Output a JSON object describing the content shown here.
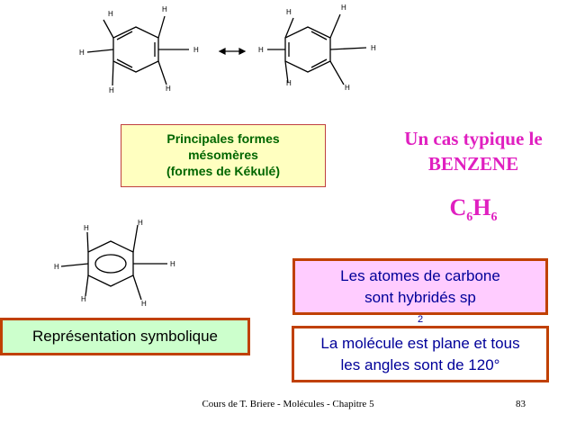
{
  "molecule": {
    "h_label": "H",
    "arrow": "↔"
  },
  "kekule": {
    "line1": "Principales formes",
    "line2": "mésomères",
    "line3": "(formes de Kékulé)"
  },
  "title": {
    "line1": "Un cas typique le",
    "line2": "BENZENE"
  },
  "formula": {
    "c": "C",
    "c_sub": "6",
    "h": "H",
    "h_sub": "6"
  },
  "carbon": {
    "line1": "Les atomes de carbone",
    "line2_text": "sont hybridés sp",
    "line2_sup": "2"
  },
  "symbol": {
    "label": "Représentation symbolique"
  },
  "plane": {
    "line1": "La molécule est plane et tous",
    "line2": "les angles sont de 120°"
  },
  "footer": {
    "course": "Cours de T. Briere - Molécules - Chapitre 5",
    "page": "83"
  },
  "colors": {
    "magenta": "#e020c0",
    "navy": "#000099",
    "green_text": "#006600",
    "box_border": "#c04000"
  }
}
